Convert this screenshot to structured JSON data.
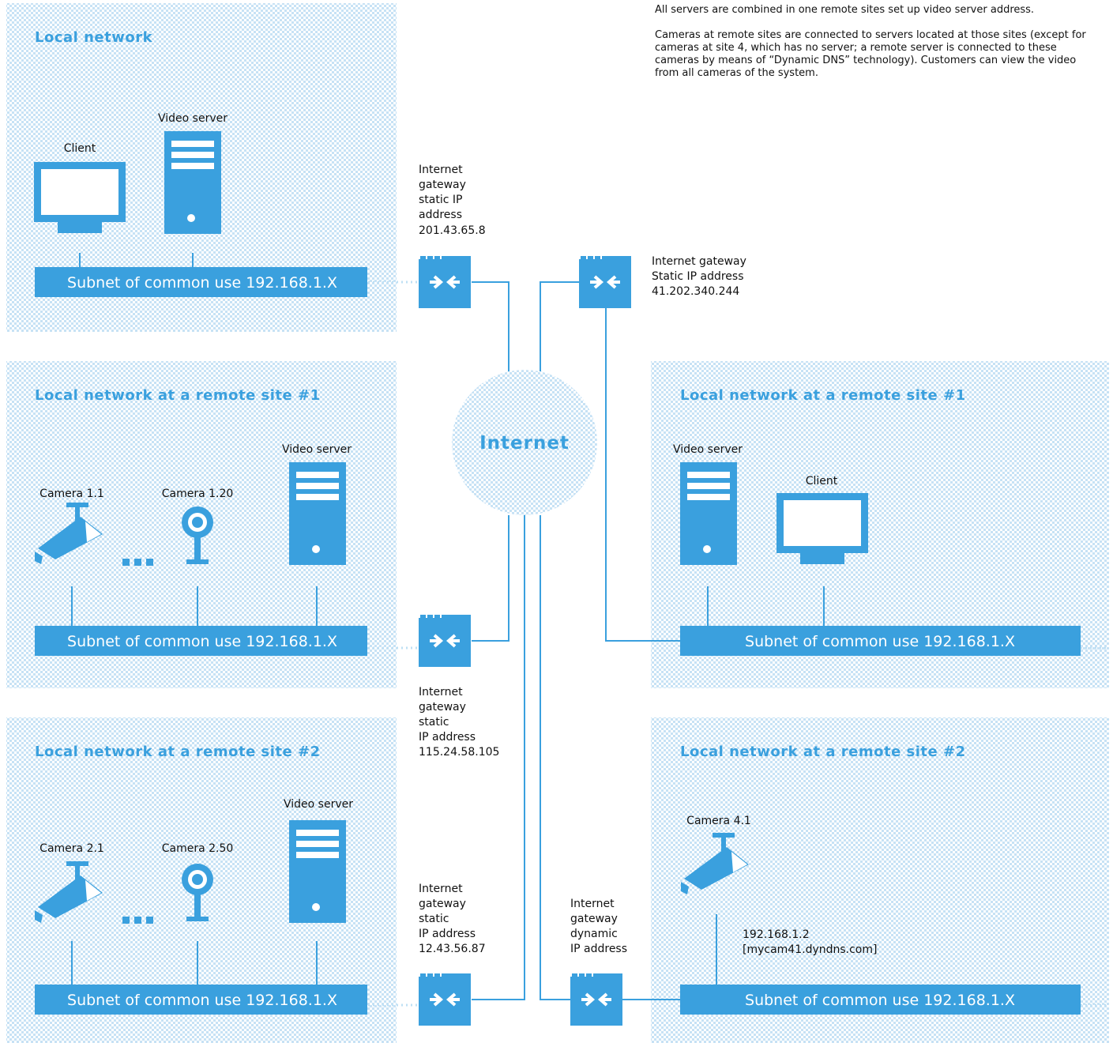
{
  "description": {
    "paragraph_1": "All servers are combined in one remote sites set up video server address.",
    "paragraph_2": "Cameras at remote sites are connected to servers located at those sites (except for cameras at site 4, which has no server; a remote server is connected to these cameras by means of “Dynamic DNS” technology). Customers can view the video from all cameras of the system."
  },
  "internet": {
    "label": "Internet"
  },
  "regions": {
    "local": {
      "title": "Local network",
      "client_label": "Client",
      "server_label": "Video server",
      "subnet_label": "Subnet of common use 192.168.1.X"
    },
    "site1_left": {
      "title": "Local network at a remote site #1",
      "camera_a_label": "Camera 1.1",
      "camera_b_label": "Camera 1.20",
      "server_label": "Video server",
      "subnet_label": "Subnet of common use 192.168.1.X"
    },
    "site2_left": {
      "title": "Local network at a remote site #2",
      "camera_a_label": "Camera 2.1",
      "camera_b_label": "Camera 2.50",
      "server_label": "Video server",
      "subnet_label": "Subnet of common use 192.168.1.X"
    },
    "site1_right": {
      "title": "Local network at a remote site #1",
      "server_label": "Video server",
      "client_label": "Client",
      "subnet_label": "Subnet of common use 192.168.1.X"
    },
    "site2_right": {
      "title": "Local network at a remote site #2",
      "camera_label": "Camera 4.1",
      "camera_address_line1": "192.168.1.2",
      "camera_address_line2": "[mycam41.dyndns.com]",
      "subnet_label": "Subnet of common use 192.168.1.X"
    }
  },
  "gateways": {
    "gw_local": {
      "lines": [
        "Internet",
        "gateway",
        "static IP",
        "address",
        "201.43.65.8"
      ]
    },
    "gw_top_right": {
      "lines": [
        "Internet gateway",
        "Static IP address",
        "41.202.340.244"
      ]
    },
    "gw_site1": {
      "lines": [
        "Internet",
        "gateway",
        "static",
        "IP address",
        "115.24.58.105"
      ]
    },
    "gw_site2": {
      "lines": [
        "Internet",
        "gateway",
        "static",
        "IP address",
        "12.43.56.87"
      ]
    },
    "gw_dynamic": {
      "lines": [
        "Internet",
        "gateway",
        "dynamic",
        "IP address"
      ]
    }
  },
  "colors": {
    "accent": "#3aa0de",
    "region_fill": "#dcecf8",
    "text": "#111111"
  }
}
